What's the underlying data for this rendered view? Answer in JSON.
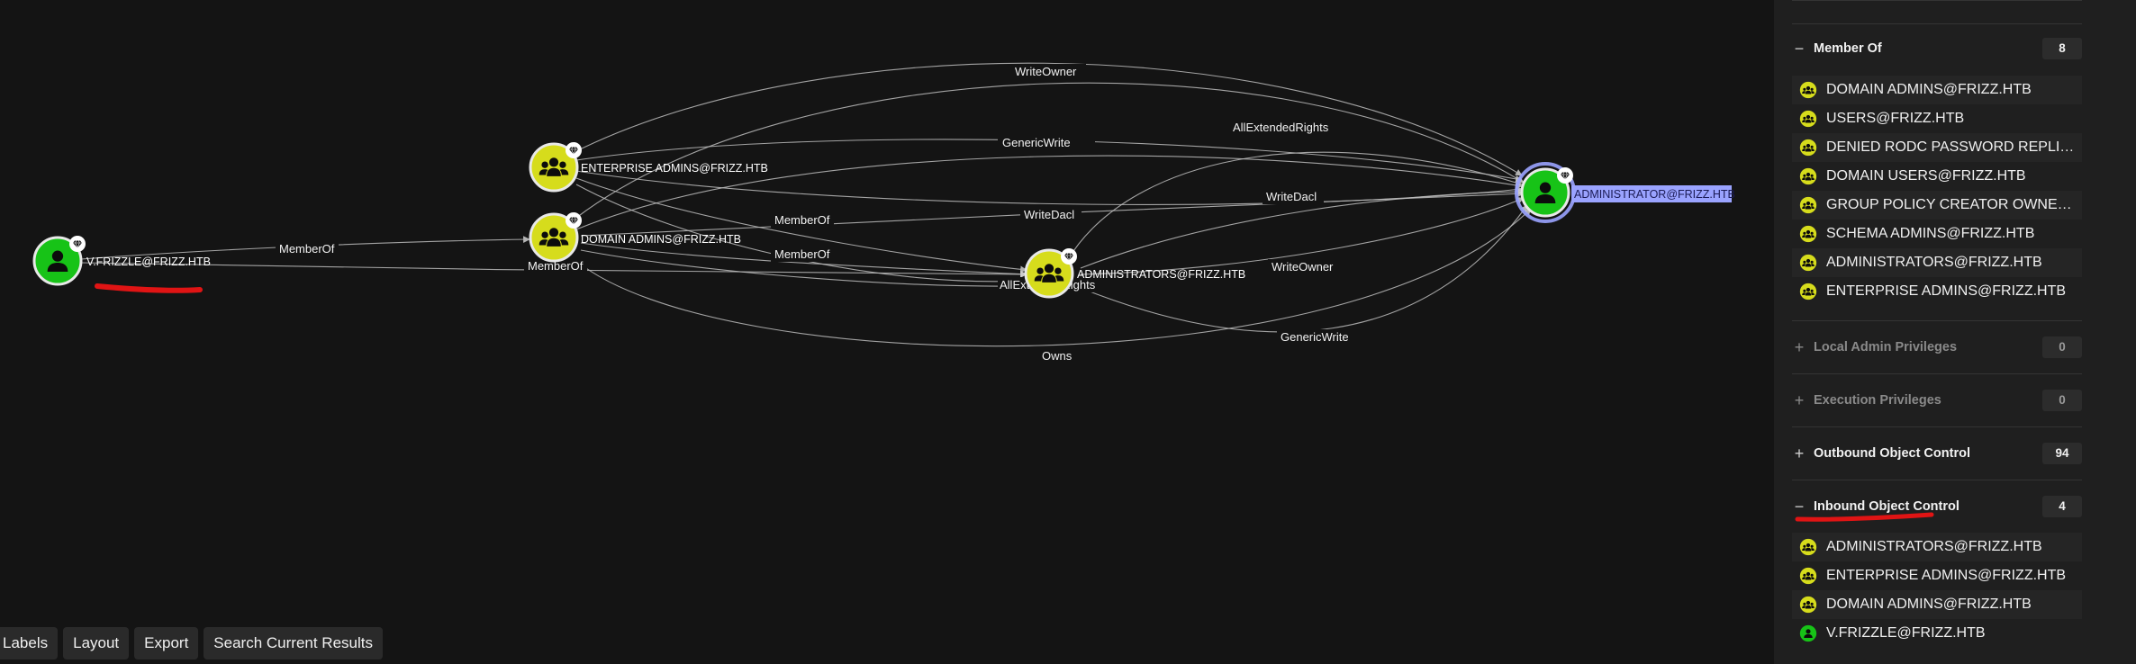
{
  "graph": {
    "nodes": {
      "vfrizzle": {
        "label": "V.FRIZZLE@FRIZZ.HTB",
        "kind": "user"
      },
      "enterprise_admins": {
        "label": "ENTERPRISE ADMINS@FRIZZ.HTB",
        "kind": "group"
      },
      "domain_admins": {
        "label": "DOMAIN ADMINS@FRIZZ.HTB",
        "kind": "group"
      },
      "administrators": {
        "label": "ADMINISTRATORS@FRIZZ.HTB",
        "kind": "group"
      },
      "administrator": {
        "label": "ADMINISTRATOR@FRIZZ.HTB",
        "kind": "user",
        "selected": true
      }
    },
    "edge_labels": {
      "writeowner_top": "WriteOwner",
      "allgenericwrites": "GenericWrite",
      "allextendedrights_top": "AllExtendedRights",
      "memberof_v_da": "MemberOf",
      "memberof_v_admins": "MemberOf",
      "memberof_ea_admins": "MemberOf",
      "memberof_da_admins": "MemberOf",
      "writedacl_mid": "WriteDacl",
      "writedacl_right": "WriteDacl",
      "writeowner_right": "WriteOwner",
      "allextendedrights_low": "AllExtendedRights",
      "genericwrite_low": "GenericWrite",
      "owns": "Owns"
    }
  },
  "toolbar": {
    "labels": "Labels",
    "layout": "Layout",
    "export": "Export",
    "search_current": "Search Current Results"
  },
  "sidebar": {
    "member_of": {
      "title": "Member Of",
      "count": "8",
      "items": [
        "DOMAIN ADMINS@FRIZZ.HTB",
        "USERS@FRIZZ.HTB",
        "DENIED RODC PASSWORD REPLICATION GROUP@FRIZZ.HTB",
        "DOMAIN USERS@FRIZZ.HTB",
        "GROUP POLICY CREATOR OWNERS@FRIZZ.HTB",
        "SCHEMA ADMINS@FRIZZ.HTB",
        "ADMINISTRATORS@FRIZZ.HTB",
        "ENTERPRISE ADMINS@FRIZZ.HTB"
      ]
    },
    "local_admin": {
      "title": "Local Admin Privileges",
      "count": "0"
    },
    "execution": {
      "title": "Execution Privileges",
      "count": "0"
    },
    "outbound": {
      "title": "Outbound Object Control",
      "count": "94"
    },
    "inbound": {
      "title": "Inbound Object Control",
      "count": "4",
      "items": [
        {
          "label": "ADMINISTRATORS@FRIZZ.HTB",
          "kind": "group"
        },
        {
          "label": "ENTERPRISE ADMINS@FRIZZ.HTB",
          "kind": "group"
        },
        {
          "label": "DOMAIN ADMINS@FRIZZ.HTB",
          "kind": "group"
        },
        {
          "label": "V.FRIZZLE@FRIZZ.HTB",
          "kind": "user"
        }
      ]
    },
    "toggles": {
      "expanded": "−",
      "collapsed": "+"
    }
  },
  "colors": {
    "user_node": "#17c317",
    "group_node": "#d6dc1c",
    "selected_label": "#9aa3ff",
    "annotation_red": "#e01414",
    "panel_bg": "#1f1f1f",
    "graph_bg": "#141414"
  },
  "icons": {
    "user": "user-icon",
    "group": "group-icon",
    "tier_zero": "gem-icon"
  }
}
